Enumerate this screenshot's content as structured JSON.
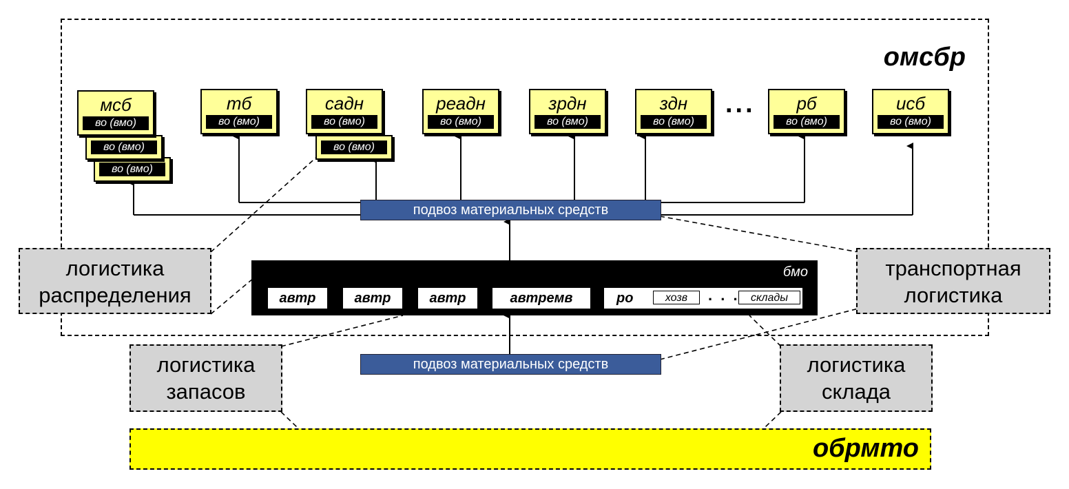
{
  "brigade_label": "омсбр",
  "units": [
    {
      "name": "мсб",
      "sub": "во (вмо)"
    },
    {
      "name": "тб",
      "sub": "во (вмо)"
    },
    {
      "name": "садн",
      "sub": "во (вмо)"
    },
    {
      "name": "реадн",
      "sub": "во (вмо)"
    },
    {
      "name": "зрдн",
      "sub": "во (вмо)"
    },
    {
      "name": "здн",
      "sub": "во (вмо)"
    },
    {
      "name": "рб",
      "sub": "во (вмо)"
    },
    {
      "name": "исб",
      "sub": "во (вмо)"
    }
  ],
  "stacked_sub": "во (вмо)",
  "ellipsis": "...",
  "supply_top": "подвоз материальных средств",
  "supply_bottom": "подвоз материальных средств",
  "bmo": {
    "title": "бмо",
    "cells": [
      "автр",
      "автр",
      "автр",
      "автремв",
      "ро"
    ],
    "small": [
      "хозв",
      "склады"
    ],
    "dots": ". . ."
  },
  "callouts": {
    "distribution": "логистика распределения",
    "transport": "транспортная логистика",
    "inventory": "логистика запасов",
    "warehouse": "логистика склада"
  },
  "bottom_label": "обрмто",
  "colors": {
    "unit_fill": "#ffff99",
    "supply_fill": "#3b5c9a",
    "callout_fill": "#d4d4d4",
    "bottom_fill": "#ffff00"
  }
}
